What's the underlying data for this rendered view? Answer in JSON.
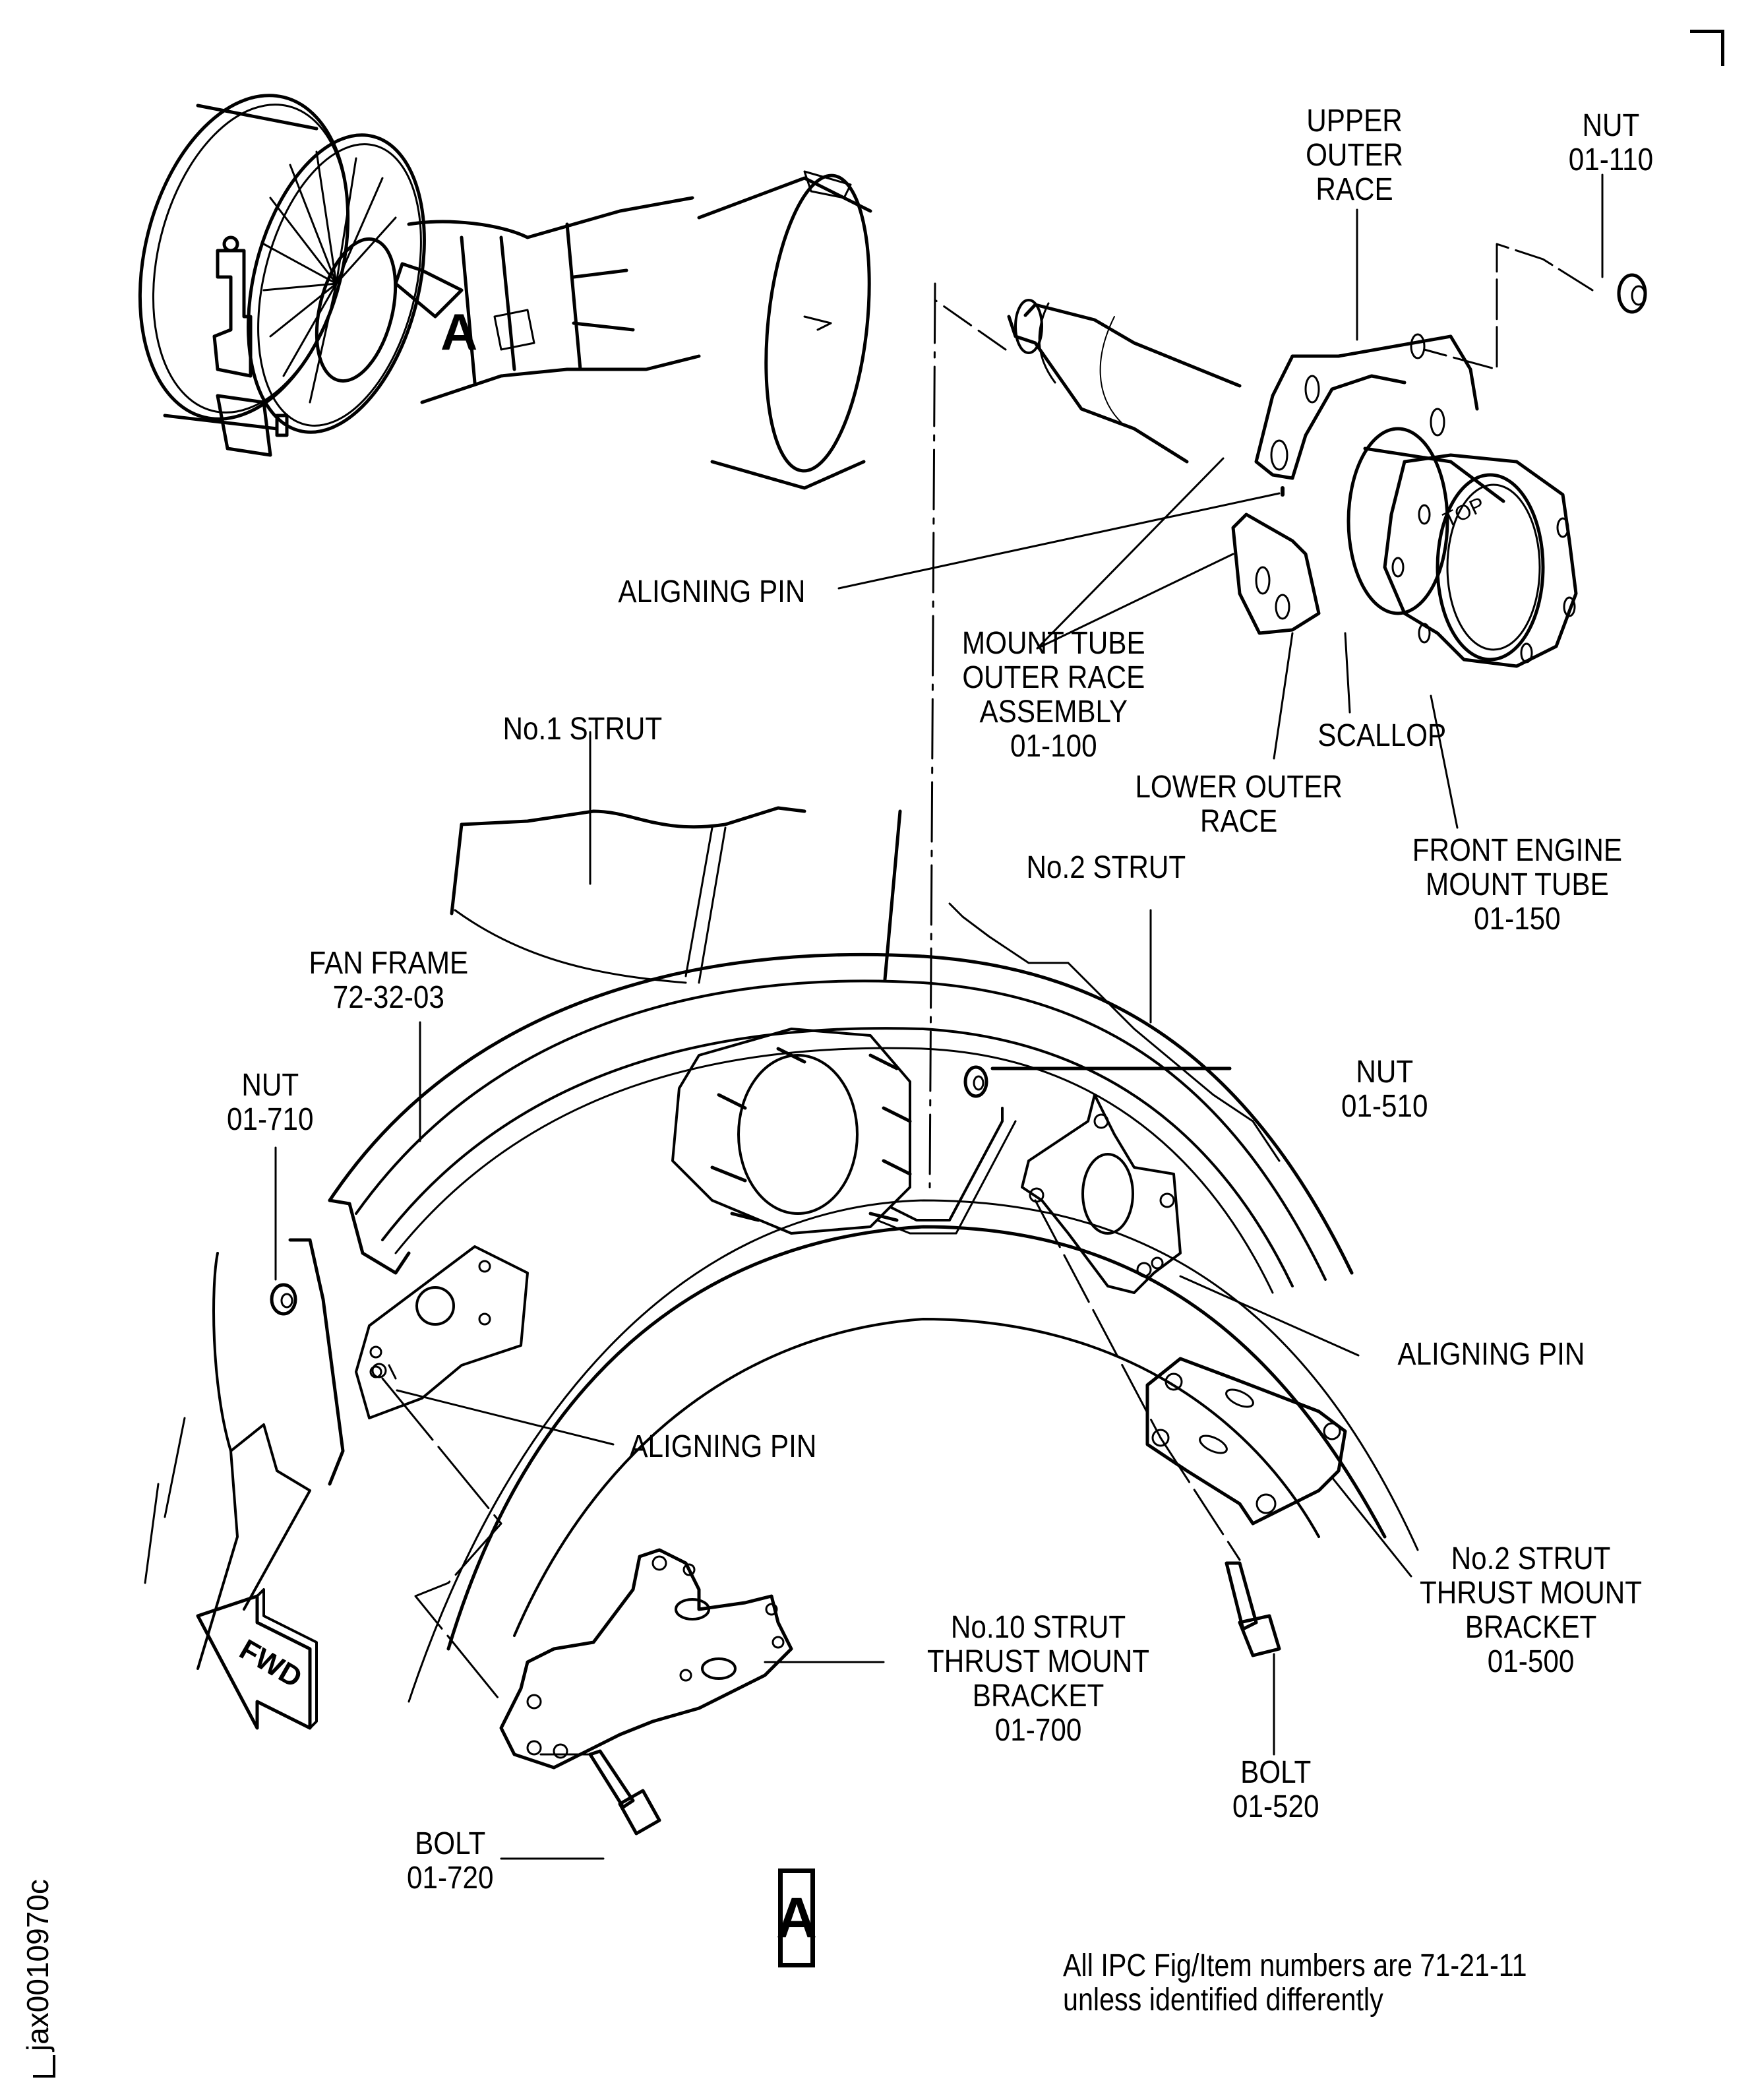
{
  "figure": {
    "id": "jax0010970c",
    "view_marker": "A",
    "callout_marker": "A",
    "fwd_arrow_label": "FWD",
    "top_marking": "TOP",
    "note_lines": [
      "All IPC Fig/Item numbers are 71-21-11",
      "unless identified differently"
    ]
  },
  "labels": {
    "upper_outer_race": [
      "UPPER",
      "OUTER",
      "RACE"
    ],
    "nut_110": [
      "NUT",
      "01-110"
    ],
    "aligning_pin_top": [
      "ALIGNING PIN"
    ],
    "mount_tube_outer_race_assembly": [
      "MOUNT TUBE",
      "OUTER RACE",
      "ASSEMBLY",
      "01-100"
    ],
    "scallop": [
      "SCALLOP"
    ],
    "lower_outer_race": [
      "LOWER OUTER",
      "RACE"
    ],
    "front_engine_mount_tube": [
      "FRONT ENGINE",
      "MOUNT TUBE",
      "01-150"
    ],
    "no1_strut": [
      "No.1 STRUT"
    ],
    "no2_strut": [
      "No.2 STRUT"
    ],
    "fan_frame": [
      "FAN FRAME",
      "72-32-03"
    ],
    "nut_710": [
      "NUT",
      "01-710"
    ],
    "nut_510": [
      "NUT",
      "01-510"
    ],
    "aligning_pin_right": [
      "ALIGNING PIN"
    ],
    "aligning_pin_left": [
      "ALIGNING PIN"
    ],
    "no2_strut_thrust_mount_bracket": [
      "No.2 STRUT",
      "THRUST MOUNT",
      "BRACKET",
      "01-500"
    ],
    "no10_strut_thrust_mount_bracket": [
      "No.10 STRUT",
      "THRUST MOUNT",
      "BRACKET",
      "01-700"
    ],
    "bolt_520": [
      "BOLT",
      "01-520"
    ],
    "bolt_720": [
      "BOLT",
      "01-720"
    ]
  }
}
